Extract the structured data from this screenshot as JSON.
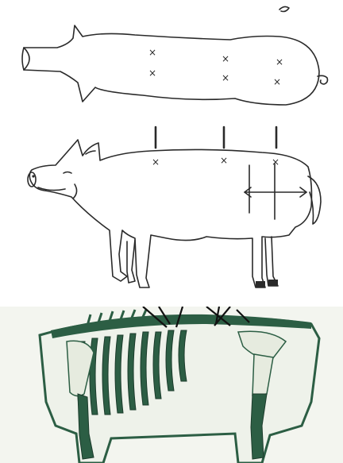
{
  "figure": {
    "panels": [
      {
        "id": "top",
        "view": "dorsal",
        "marks": [
          "×",
          "×",
          "×",
          "×",
          "×",
          "×"
        ]
      },
      {
        "id": "middle",
        "view": "lateral",
        "marks": [
          "×",
          "×",
          "×"
        ]
      },
      {
        "id": "bottom",
        "view": "skeletal-cross-section",
        "marks": []
      }
    ]
  },
  "colors": {
    "ink": "#2a2a2a",
    "skeleton": "#2c5e44",
    "bg_bottom": "#f3f5ef"
  }
}
